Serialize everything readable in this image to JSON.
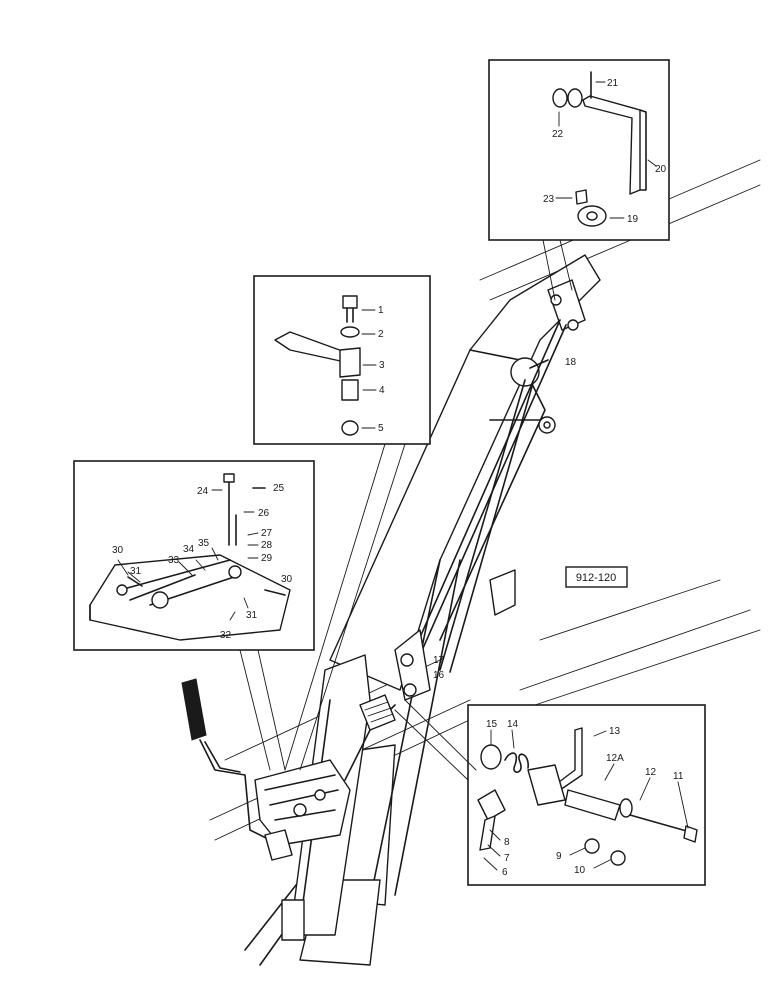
{
  "reference_code": "912-120",
  "callouts": {
    "c1": "1",
    "c2": "2",
    "c3": "3",
    "c4": "4",
    "c5": "5",
    "c6": "6",
    "c7": "7",
    "c8": "8",
    "c9": "9",
    "c10": "10",
    "c11": "11",
    "c12": "12",
    "c12a": "12A",
    "c13": "13",
    "c14": "14",
    "c15": "15",
    "c16": "16",
    "c17": "17",
    "c18": "18",
    "c19": "19",
    "c20": "20",
    "c21": "21",
    "c22": "22",
    "c23": "23",
    "c24": "24",
    "c25": "25",
    "c26": "26",
    "c27": "27",
    "c28": "28",
    "c29": "29",
    "c30a": "30",
    "c30b": "30",
    "c31a": "31",
    "c31b": "31",
    "c32": "32",
    "c33": "33",
    "c34": "34",
    "c35": "35"
  },
  "colors": {
    "ink": "#1a1a1a",
    "paper": "#ffffff"
  }
}
